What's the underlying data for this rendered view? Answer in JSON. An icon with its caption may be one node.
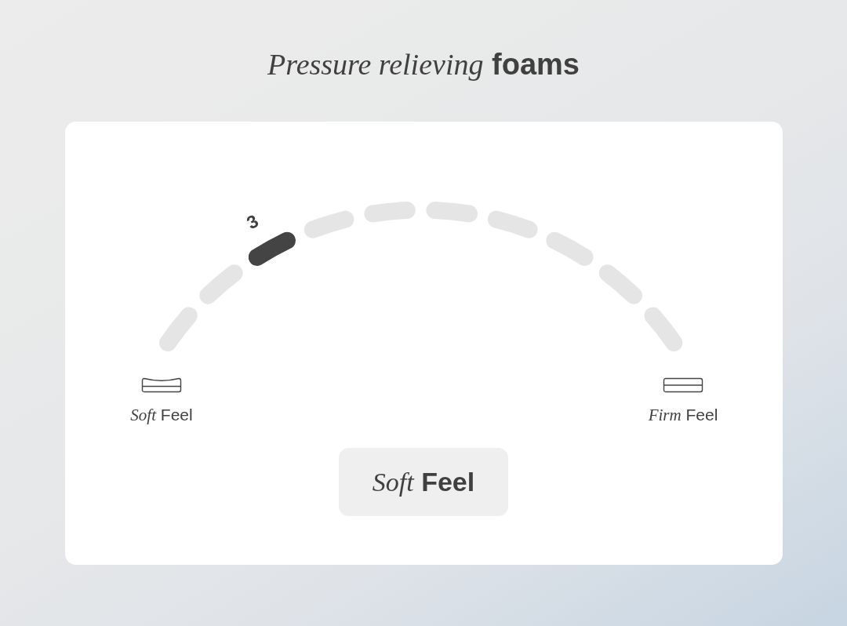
{
  "diagram": {
    "title": "*Pressure relieving* foams",
    "nodes": [
      {
        "text": [
          "*Soft* Feel"
        ]
      }
    ],
    "labels": [
      "3",
      "*Soft* Feel",
      "*Firm* Feel"
    ]
  }
}
